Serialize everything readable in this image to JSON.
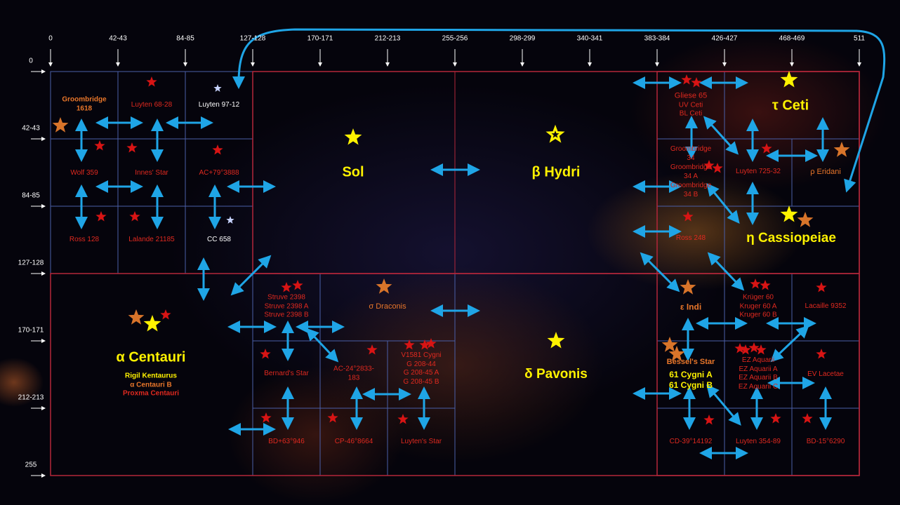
{
  "x_ticks": [
    "0",
    "42-43",
    "84-85",
    "127-128",
    "170-171",
    "212-213",
    "255-256",
    "298-299",
    "340-341",
    "383-384",
    "426-427",
    "468-469",
    "511"
  ],
  "y_ticks": [
    "0",
    "42-43",
    "84-85",
    "127-128",
    "170-171",
    "212-213",
    "255"
  ],
  "regions": [
    {
      "id": "groombridge-1618",
      "lines": [
        "Groombridge",
        "1618"
      ]
    },
    {
      "id": "luyten-68-28",
      "lines": [
        "Luyten 68-28"
      ]
    },
    {
      "id": "luyten-97-12",
      "lines": [
        "Luyten 97-12"
      ]
    },
    {
      "id": "wolf-359",
      "lines": [
        "Wolf 359"
      ]
    },
    {
      "id": "innes-star",
      "lines": [
        "Innes' Star"
      ]
    },
    {
      "id": "ac-79-3888",
      "lines": [
        "AC+79°3888"
      ]
    },
    {
      "id": "ross-128",
      "lines": [
        "Ross 128"
      ]
    },
    {
      "id": "lalande-21185",
      "lines": [
        "Lalande 21185"
      ]
    },
    {
      "id": "cc-658",
      "lines": [
        "CC 658"
      ]
    },
    {
      "id": "sol",
      "lines": [
        "Sol"
      ]
    },
    {
      "id": "beta-hydri",
      "lines": [
        "β Hydri"
      ]
    },
    {
      "id": "gliese-65",
      "lines": [
        "Gliese 65",
        "UV Ceti",
        "BL Ceti"
      ]
    },
    {
      "id": "tau-ceti",
      "lines": [
        "τ Ceti"
      ]
    },
    {
      "id": "groombridge-34",
      "lines": [
        "Groombridge",
        "34",
        "Groombridge",
        "34 A",
        "Groombridge",
        "34 B"
      ]
    },
    {
      "id": "luyten-725-32",
      "lines": [
        "Luyten 725-32"
      ]
    },
    {
      "id": "rho-eridani",
      "lines": [
        "ρ Eridani"
      ]
    },
    {
      "id": "ross-248",
      "lines": [
        "Ross 248"
      ]
    },
    {
      "id": "eta-cassiopeiae",
      "lines": [
        "η Cassiopeiae"
      ]
    },
    {
      "id": "alpha-centauri",
      "lines": [
        "α Centauri"
      ]
    },
    {
      "id": "alpha-centauri-members",
      "lines": [
        "Rigil Kentaurus",
        "α Centauri B",
        "Proxma Centauri"
      ]
    },
    {
      "id": "struve-2398",
      "lines": [
        "Struve 2398",
        "Struve 2398 A",
        "Struve 2398 B"
      ]
    },
    {
      "id": "sigma-draconis",
      "lines": [
        "σ Draconis"
      ]
    },
    {
      "id": "bernards-star",
      "lines": [
        "Bernard's Star"
      ]
    },
    {
      "id": "ac-24-2833",
      "lines": [
        "AC-24°2833-",
        "183"
      ]
    },
    {
      "id": "v1581-cygni",
      "lines": [
        "V1581 Cygni",
        "G 208-44",
        "G 208-45 A",
        "G 208-45 B"
      ]
    },
    {
      "id": "bd-63-946",
      "lines": [
        "BD+63°946"
      ]
    },
    {
      "id": "cp-46-8664",
      "lines": [
        "CP-46°8664"
      ]
    },
    {
      "id": "luytens-star",
      "lines": [
        "Luyten's Star"
      ]
    },
    {
      "id": "delta-pavonis",
      "lines": [
        "δ Pavonis"
      ]
    },
    {
      "id": "epsilon-indi",
      "lines": [
        "ε Indi"
      ]
    },
    {
      "id": "kruger-60",
      "lines": [
        "Krüger 60",
        "Kruger 60 A",
        "Kruger 60 B"
      ]
    },
    {
      "id": "lacaille-9352",
      "lines": [
        "Lacaille 9352"
      ]
    },
    {
      "id": "bessels-star",
      "lines": [
        "Bessel's Star"
      ]
    },
    {
      "id": "61-cygni",
      "lines": [
        "61 Cygni A",
        "61 Cygni B"
      ]
    },
    {
      "id": "ez-aquarii",
      "lines": [
        "EZ Aquarii",
        "EZ Aquarii A",
        "EZ Aquarii B",
        "EZ Aquarii C"
      ]
    },
    {
      "id": "ev-lacetae",
      "lines": [
        "EV Lacetae"
      ]
    },
    {
      "id": "cd-39-14192",
      "lines": [
        "CD-39°14192"
      ]
    },
    {
      "id": "luyten-354-89",
      "lines": [
        "Luyten 354-89"
      ]
    },
    {
      "id": "bd-15-6290",
      "lines": [
        "BD-15°6290"
      ]
    }
  ],
  "colors": {
    "red_star": "#d81414",
    "orange_star": "#d8742a",
    "yellow_star": "#fff200",
    "white_star": "#c8d4ff",
    "arrow": "#1fa5e6",
    "grid_blue": "#4a5fa8",
    "grid_red": "#b3263a",
    "label_red": "#e0291f",
    "label_orange": "#e8762a",
    "label_yellow": "#fff200"
  }
}
